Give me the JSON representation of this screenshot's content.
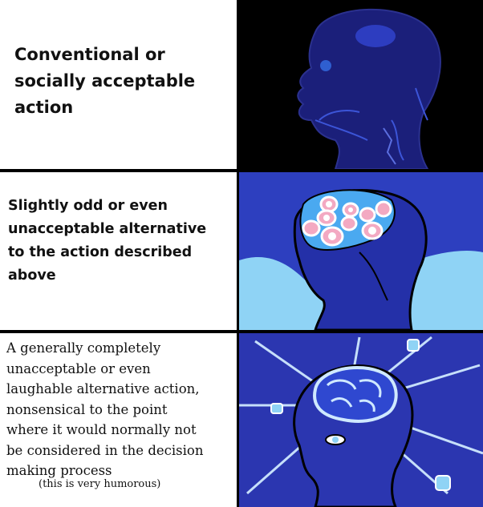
{
  "panels": [
    {
      "lines": [
        "Conventional or",
        "socially acceptable",
        "action"
      ]
    },
    {
      "lines": [
        "Slightly odd or even",
        "unacceptable alternative",
        "to the action described",
        "above"
      ]
    },
    {
      "lines": [
        "A generally completely",
        "unacceptable or even",
        "laughable alternative action,",
        "nonsensical to the point",
        "where it would normally not",
        "be considered in the decision",
        "making process"
      ],
      "note": "(this is very humorous)"
    }
  ],
  "colors": {
    "dark_bg": "#000000",
    "head_dark": "#1b1f7a",
    "blue_bg": "#2d3fbf",
    "light_blue": "#8fd3f5",
    "glow": "#cfe9ff",
    "nodes": "#f3a9c2"
  }
}
